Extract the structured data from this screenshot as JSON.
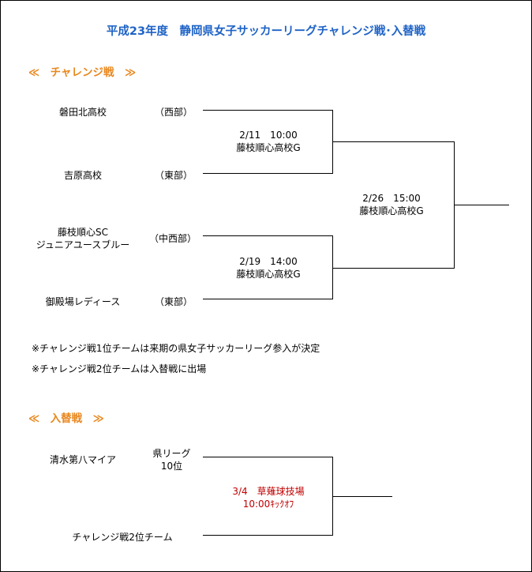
{
  "title": "平成23年度　静岡県女子サッカーリーグチャレンジ戦･入替戦",
  "challenge": {
    "heading": "≪　チャレンジ戦　≫",
    "teams": [
      {
        "name": "磐田北高校",
        "region": "（西部）"
      },
      {
        "name": "吉原高校",
        "region": "（東部）"
      },
      {
        "name_line1": "藤枝順心SC",
        "name_line2": "ジュニアユースブルー",
        "region": "（中西部）"
      },
      {
        "name": "御殿場レディース",
        "region": "（東部）"
      }
    ],
    "matches": [
      {
        "date": "2/11　10:00",
        "venue": "藤枝順心高校G"
      },
      {
        "date": "2/19　14:00",
        "venue": "藤枝順心高校G"
      },
      {
        "date": "2/26　15:00",
        "venue": "藤枝順心高校G"
      }
    ],
    "notes": [
      "※チャレンジ戦1位チームは来期の県女子サッカーリーグ参入が決定",
      "※チャレンジ戦2位チームは入替戦に出場"
    ]
  },
  "playoff": {
    "heading": "≪　入替戦　≫",
    "teams": [
      {
        "name": "清水第八マイア",
        "region_line1": "県リーグ",
        "region_line2": "10位"
      },
      {
        "name": "チャレンジ戦2位チーム"
      }
    ],
    "match": {
      "date": "3/4　草薙球技場",
      "time": "10:00ｷｯｸｵﾌ"
    },
    "colors": {
      "match_text": "#c00000"
    }
  },
  "colors": {
    "title": "#1f63c6",
    "section": "#e8861c",
    "lines": "#000000"
  }
}
